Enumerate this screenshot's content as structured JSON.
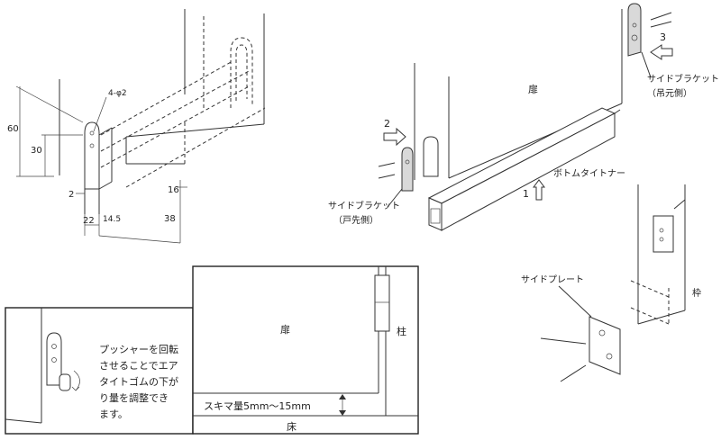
{
  "dims": {
    "hole": "4-φ2",
    "h60": "60",
    "h30": "30",
    "w2": "2",
    "w22": "22",
    "w14_5": "14.5",
    "d16": "16",
    "d38": "38"
  },
  "install": {
    "door": "扉",
    "step2": "2",
    "step3": "3",
    "step1": "1",
    "side_bracket_hinge": "サイドブラケット",
    "side_bracket_hinge_note": "（吊元側）",
    "side_bracket_latch": "サイドブラケット",
    "side_bracket_latch_note": "（戸先側）",
    "bottom_tightener": "ボトムタイトナー",
    "side_plate": "サイドプレート",
    "frame": "枠"
  },
  "adjust": {
    "note_lines": [
      "プッシャーを回転",
      "させることでエア",
      "タイトゴムの下が",
      "り量を調整でき",
      "ます。"
    ]
  },
  "section": {
    "door": "扉",
    "pillar": "柱",
    "gap": "スキマ量5mm～15mm",
    "floor": "床"
  }
}
